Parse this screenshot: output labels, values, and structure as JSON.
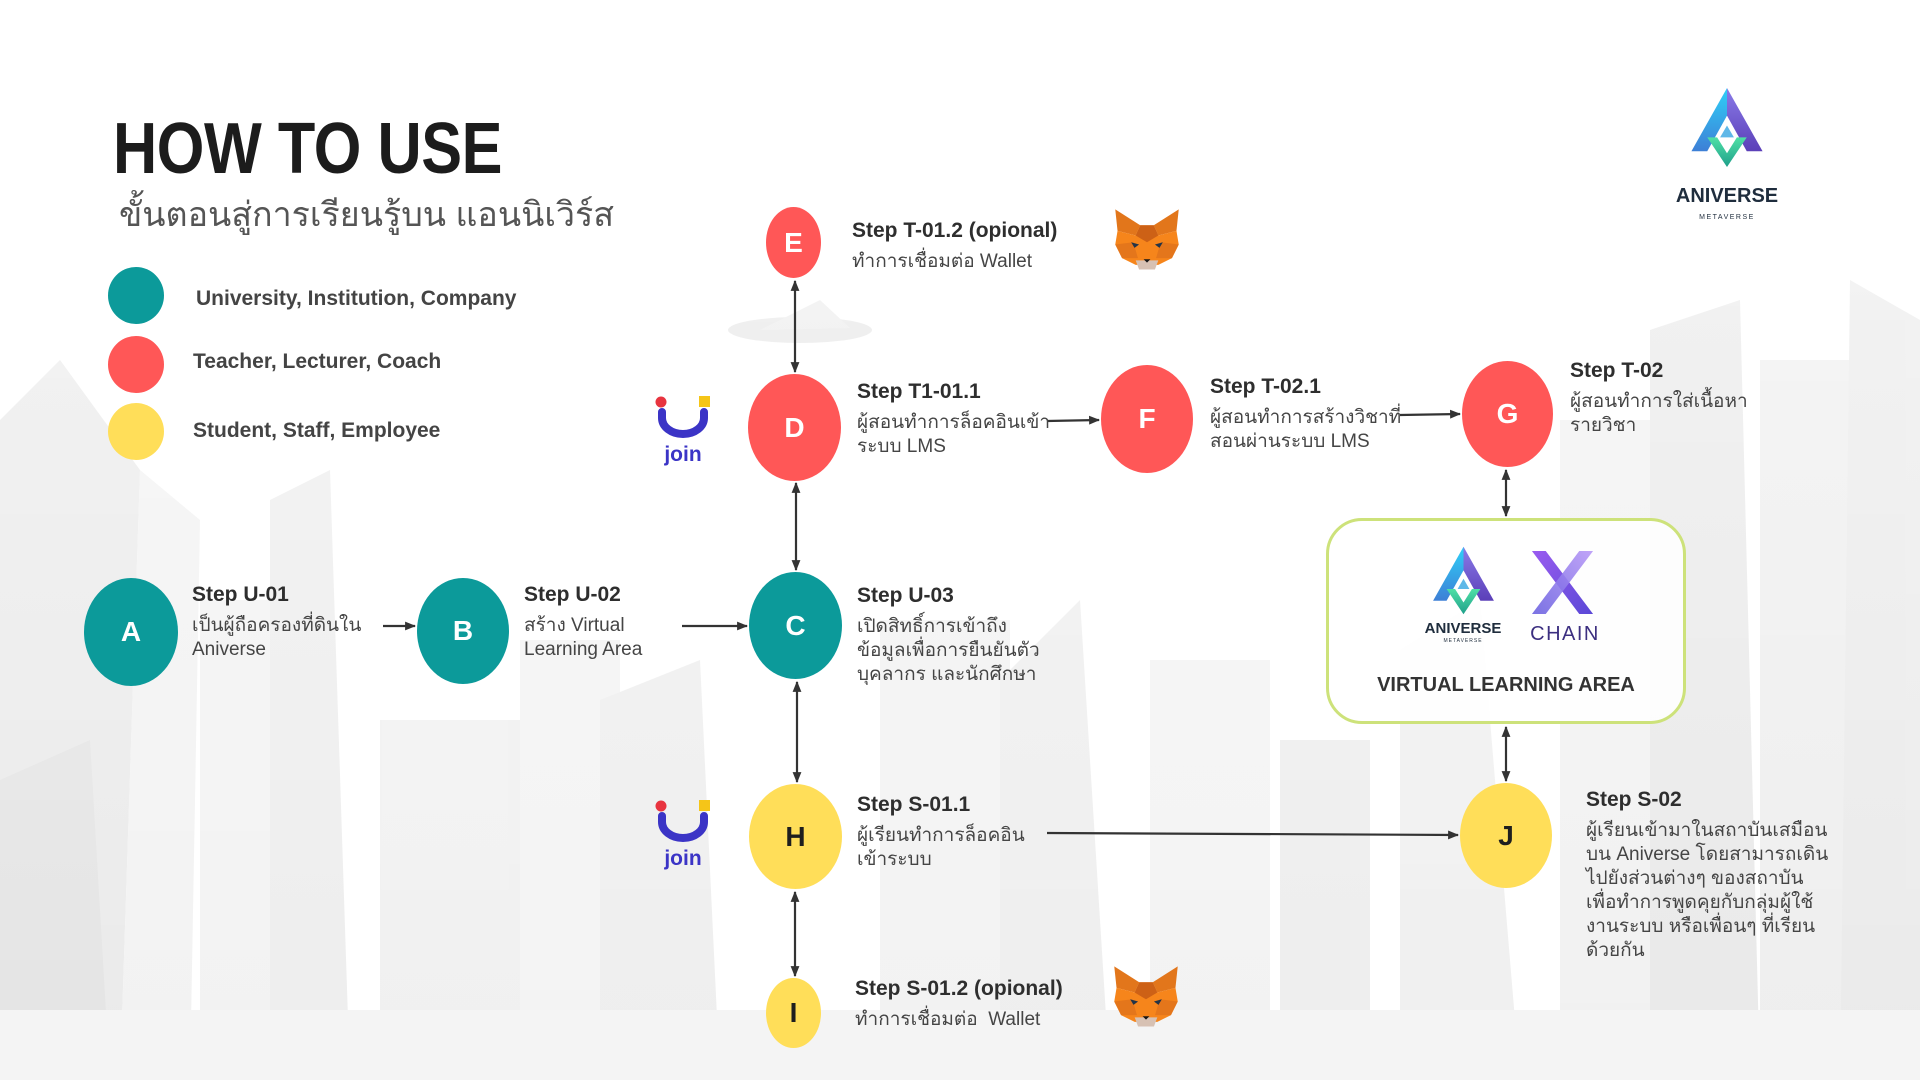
{
  "header": {
    "title": "HOW TO USE",
    "subtitle": "ขั้นตอนสู่การเรียนรู้บน แอนนิเวิร์ส"
  },
  "brand": {
    "name": "ANIVERSE",
    "tagline": "METAVERSE",
    "icon": "aniverse-logo-icon"
  },
  "colors": {
    "university": "#0c9a9a",
    "teacher": "#ff5757",
    "student": "#ffde59",
    "area_border": "#cde27a",
    "arrow": "#333333"
  },
  "legend": [
    {
      "label": "University, Institution, Company",
      "color": "#0c9a9a"
    },
    {
      "label": "Teacher, Lecturer, Coach",
      "color": "#ff5757"
    },
    {
      "label": "Student, Staff, Employee",
      "color": "#ffde59"
    }
  ],
  "steps": {
    "u01": {
      "node": "A",
      "title": "Step U-01",
      "lines": [
        "เป็นผู้ถือครองที่ดินใน",
        "Aniverse"
      ]
    },
    "u02": {
      "node": "B",
      "title": "Step U-02",
      "lines": [
        "สร้าง Virtual",
        "Learning Area"
      ]
    },
    "u03": {
      "node": "C",
      "title": "Step U-03",
      "lines": [
        "เปิดสิทธิ์การเข้าถึง",
        "ข้อมูลเพื่อการยืนยันตัว",
        "บุคลากร และนักศึกษา"
      ]
    },
    "t0101": {
      "node": "D",
      "title": "Step T1-01.1",
      "lines": [
        "ผู้สอนทำการล็อคอินเข้า",
        "ระบบ LMS"
      ],
      "icon": "join-logo-icon"
    },
    "t0102": {
      "node": "E",
      "title": "Step T-01.2 (opional)",
      "lines": [
        "ทำการเชื่อมต่อ Wallet"
      ],
      "icon": "metamask-fox-icon"
    },
    "t021": {
      "node": "F",
      "title": "Step T-02.1",
      "lines": [
        "ผู้สอนทำการสร้างวิชาที่",
        "สอนผ่านระบบ LMS"
      ]
    },
    "t02": {
      "node": "G",
      "title": "Step T-02",
      "lines": [
        "ผู้สอนทำการใส่เนื้อหา",
        "รายวิชา"
      ]
    },
    "s0101": {
      "node": "H",
      "title": "Step S-01.1",
      "lines": [
        "ผู้เรียนทำการล็อคอิน",
        "เข้าระบบ"
      ],
      "icon": "join-logo-icon"
    },
    "s0102": {
      "node": "I",
      "title": "Step S-01.2 (opional)",
      "lines": [
        "ทำการเชื่อมต่อ  Wallet"
      ],
      "icon": "metamask-fox-icon"
    },
    "s02": {
      "node": "J",
      "title": "Step S-02",
      "lines": [
        "ผู้เรียนเข้ามาในสถาบันเสมือน",
        "บน Aniverse โดยสามารถเดิน",
        "ไปยังส่วนต่างๆ ของสถาบัน",
        "เพื่อทำการพูดคุยกับกลุ่มผู้ใช้",
        "งานระบบ หรือเพื่อนๆ ที่เรียน",
        "ด้วยกัน"
      ]
    }
  },
  "join_logo": {
    "text": "join"
  },
  "virtual_area": {
    "title": "VIRTUAL LEARNING AREA",
    "aniverse_name": "ANIVERSE",
    "aniverse_tagline": "METAVERSE",
    "chain_name": "CHAIN"
  }
}
